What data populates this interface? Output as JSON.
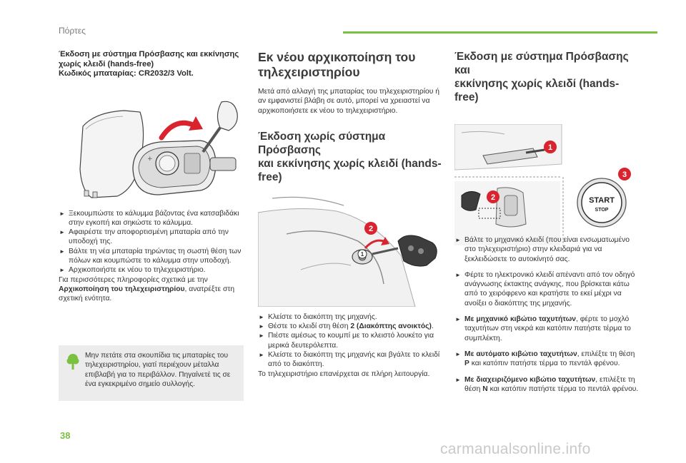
{
  "header": {
    "title": "Πόρτες"
  },
  "page_number": "38",
  "watermark": "carmanualsonline.info",
  "col1": {
    "spec_lines": [
      "Έκδοση με σύστημα Πρόσβασης και εκκίνησης",
      "χωρίς κλειδί (hands-free)",
      "Κωδικός μπαταρίας: CR2032/3 Volt."
    ],
    "bullets": [
      "Ξεκουμπώστε το κάλυμμα βάζοντας ένα κατσαβιδάκι στην εγκοπή και σηκώστε το κάλυμμα.",
      "Αφαιρέστε την αποφορτισμένη μπαταρία από την υποδοχή της.",
      "Βάλτε τη νέα μπαταρία τηρώντας τη σωστή θέση των πόλων και κουμπώστε το κάλυμμα στην υποδοχή.",
      "Αρχικοποιήστε εκ νέου το τηλεχειριστήριο."
    ],
    "after_pre": "Για περισσότερες πληροφορίες σχετικά με την ",
    "after_bold": "Αρχικοποίηση του τηλεχειριστηρίου",
    "after_post": ", ανατρέξτε στη σχετική ενότητα."
  },
  "note": {
    "text": "Μην πετάτε στα σκουπίδια τις μπαταρίες του τηλεχειριστηρίου, γιατί περιέχουν μέταλλα επιβλαβή για το περιβάλλον. Πηγαίνετέ τις σε ένα εγκεκριμένο σημείο συλλογής."
  },
  "col2": {
    "title_lines": [
      "Εκ νέου αρχικοποίηση του",
      "τηλεχειριστηρίου"
    ],
    "intro": "Μετά από αλλαγή της μπαταρίας του τηλεχειριστηρίου ή αν εμφανιστεί βλάβη σε αυτό, μπορεί να χρειαστεί να αρχικοποιήσετε εκ νέου το τηλεχειριστήριο.",
    "subtitle_lines": [
      "Έκδοση χωρίς σύστημα Πρόσβασης",
      "και εκκίνησης χωρίς κλειδί (hands-free)"
    ],
    "bullet1": "Κλείστε το διακόπτη της μηχανής.",
    "bullet2_pre": "Θέστε το κλειδί στη θέση ",
    "bullet2_bold": "2 (Διακόπτης ανοικτός)",
    "bullet2_post": ".",
    "bullet3": "Πιέστε αμέσως το κουμπί με το κλειστό λουκέτο για μερικά δευτερόλεπτα.",
    "bullet4": "Κλείστε το διακόπτη της μηχανής και βγάλτε το κλειδί από το διακόπτη.",
    "after": "Το τηλεχειριστήριο επανέρχεται σε πλήρη λειτουργία.",
    "fig_callouts": [
      "1",
      "2"
    ]
  },
  "col3": {
    "title_lines": [
      "Έκδοση με σύστημα Πρόσβασης και",
      "εκκίνησης χωρίς κλειδί (hands-free)"
    ],
    "fig_callouts": [
      "1",
      "2",
      "3"
    ],
    "start_label": "START",
    "stop_label": "STOP",
    "bullet1": "Βάλτε το μηχανικό κλειδί (που είναι ενσωματωμένο στο τηλεχειριστήριο) στην κλειδαριά για να ξεκλειδώσετε το αυτοκίνητό σας.",
    "bullet2": "Φέρτε το ηλεκτρονικό κλειδί απέναντι από τον οδηγό ανάγνωσης έκτακτης ανάγκης, που βρίσκεται κάτω από το χειρόφρενο και κρατήστε το εκεί μέχρι να ανοίξει ο διακόπτης της μηχανής.",
    "bullet3_bold": "Με μηχανικό κιβώτιο ταχυτήτων",
    "bullet3_post": ", φέρτε το μοχλό ταχυτήτων στη νεκρά και κατόπιν πατήστε τέρμα το συμπλέκτη.",
    "bullet4_bold": "Με αυτόματο κιβώτιο ταχυτήτων",
    "bullet4_mid": ", επιλέξτε τη θέση ",
    "bullet4_gear": "P",
    "bullet4_post": " και κατόπιν πατήστε τέρμα το πεντάλ φρένου.",
    "bullet5_bold": "Με διαχειριζόμενο κιβώτιο ταχυτήτων",
    "bullet5_mid": ", επιλέξτε τη θέση ",
    "bullet5_gear": "N",
    "bullet5_post": " και κατόπιν πατήστε τέρμα το πεντάλ φρένου."
  },
  "colors": {
    "accent_green": "#7ac142",
    "callout_red": "#d9232e",
    "note_bg": "#ececec"
  },
  "icons": [
    "bullet-arrow-icon",
    "recycle-tree-icon",
    "screwdriver-icon",
    "remote-key-icon",
    "start-stop-button-icon"
  ]
}
